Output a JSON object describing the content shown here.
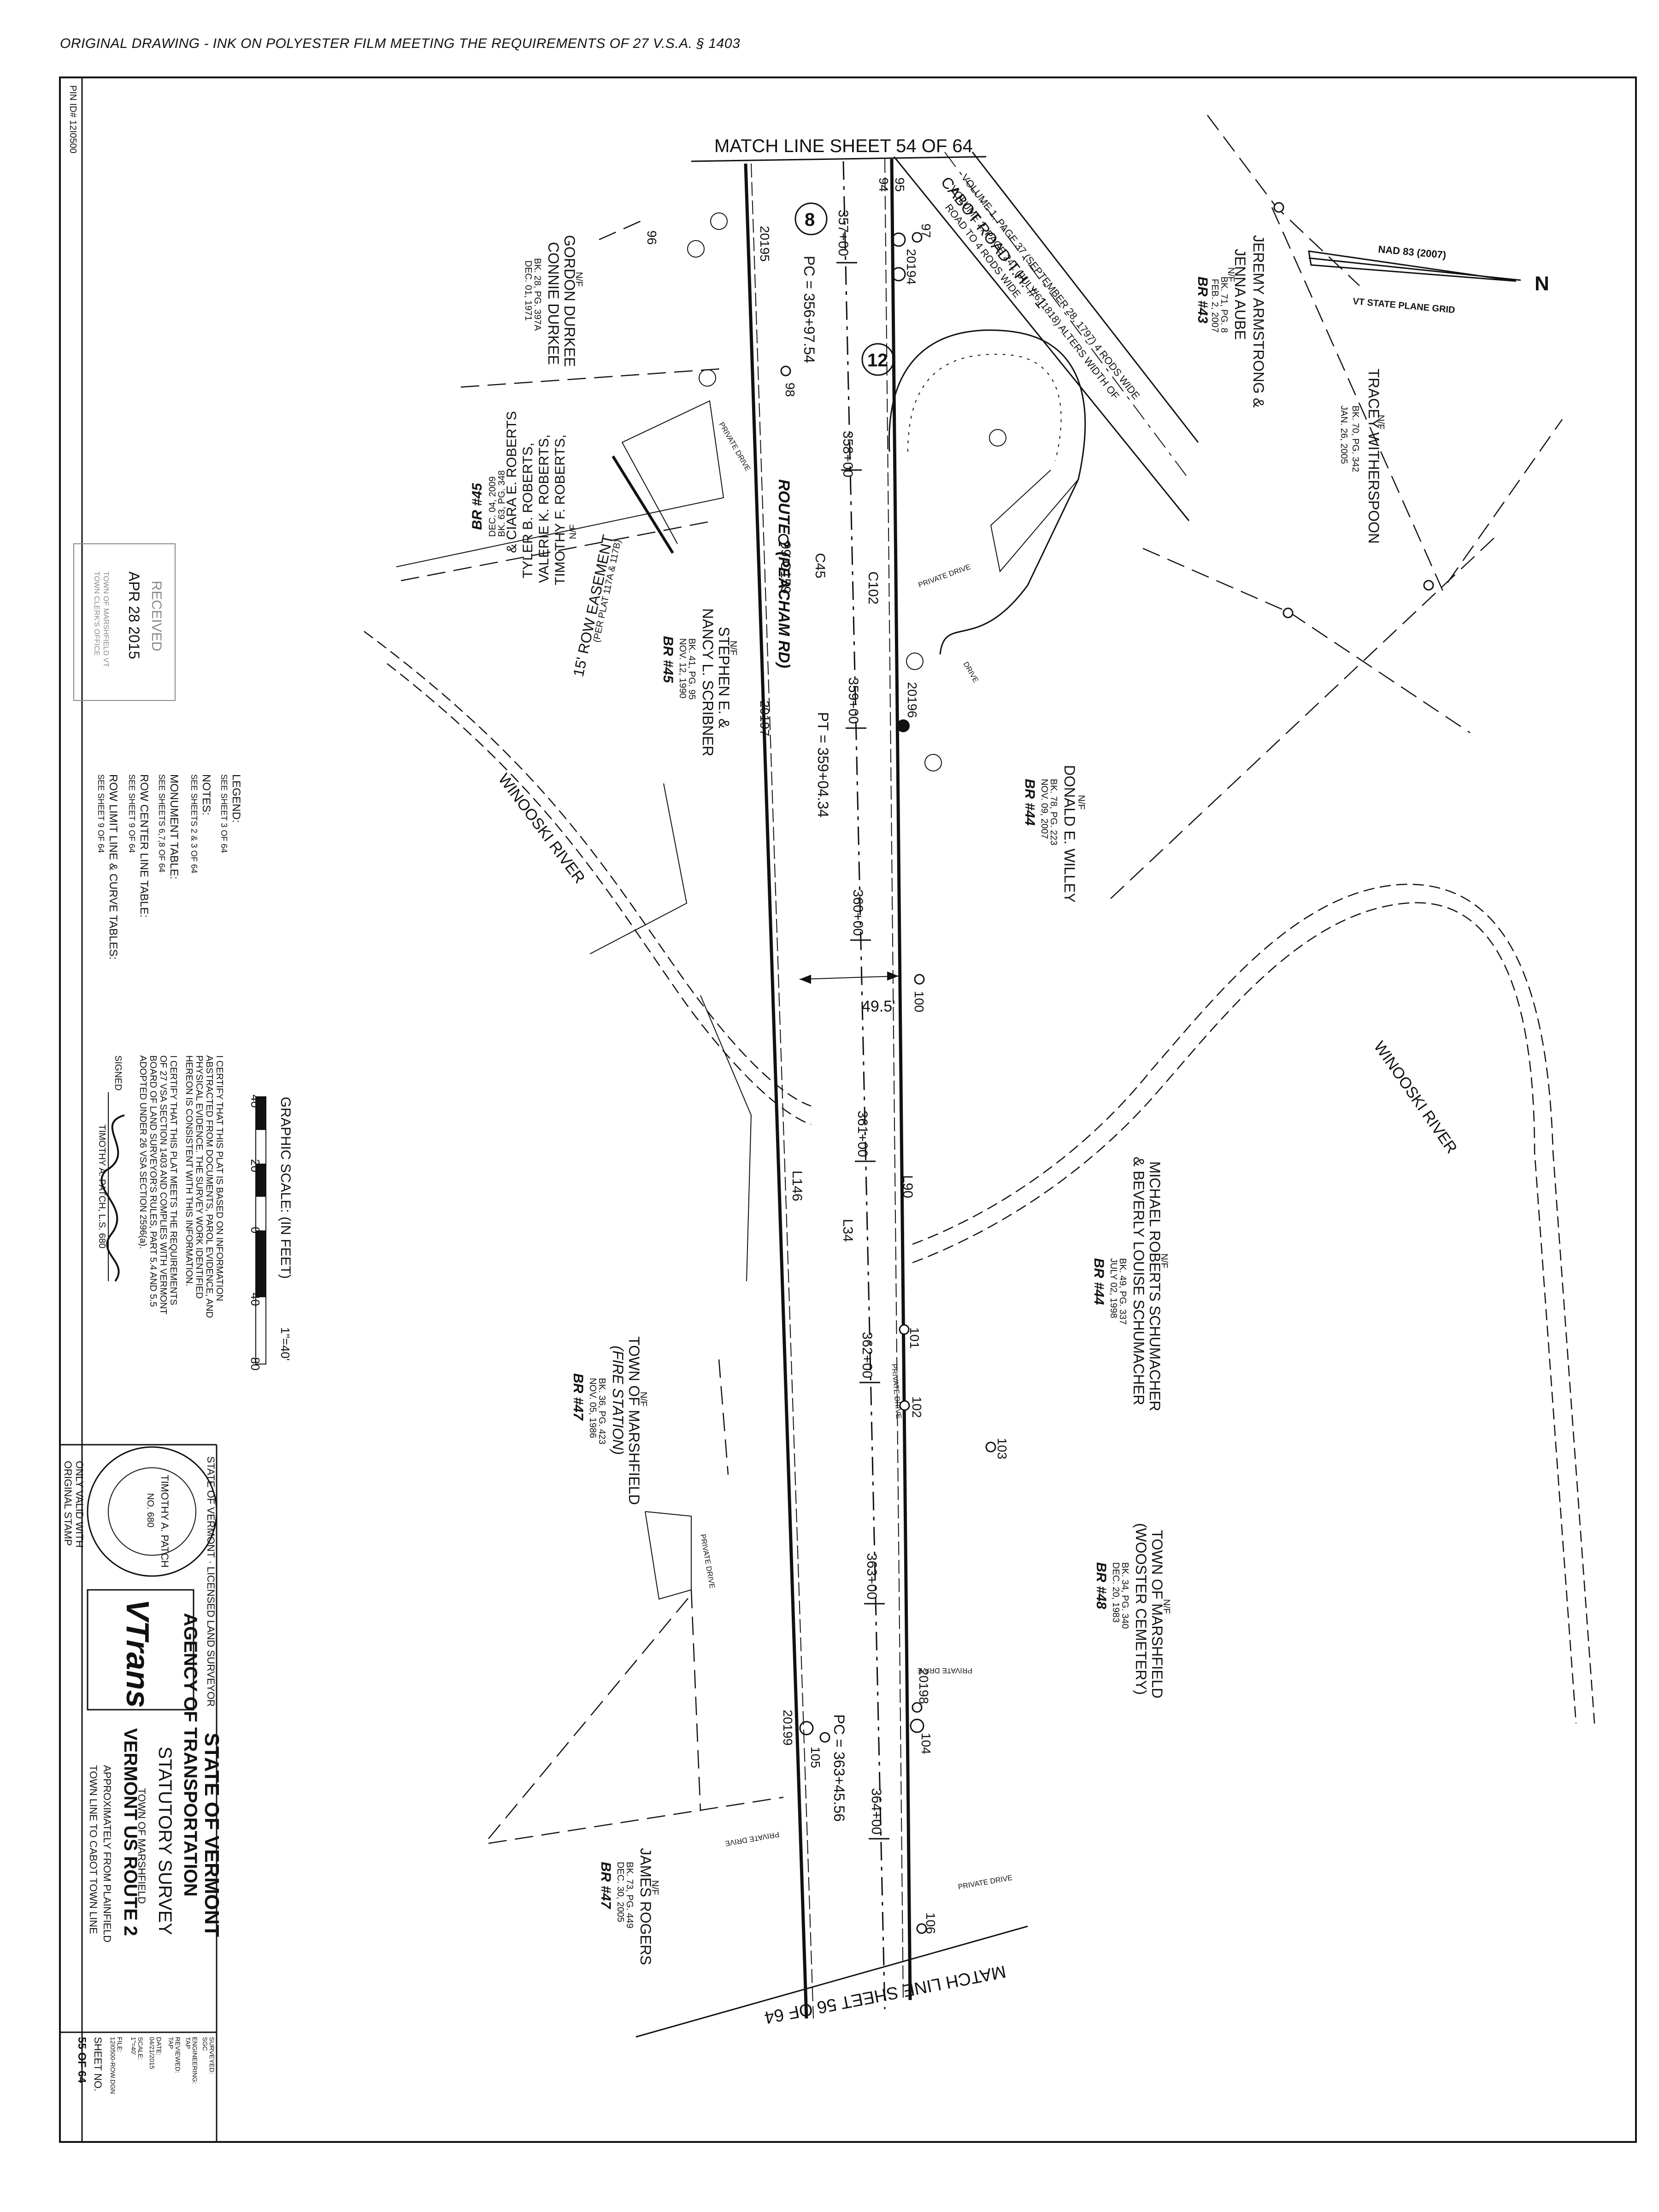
{
  "header_note": "ORIGINAL DRAWING - INK ON POLYESTER FILM MEETING THE REQUIREMENTS OF 27 V.S.A. § 1403",
  "pin_id": "PIN ID# 12I0500",
  "match_top": "MATCH LINE SHEET 54 OF 64",
  "match_bottom": "MATCH LINE SHEET 56 OF 64",
  "north": {
    "datum": "NAD 83 (2007)",
    "grid": "VT STATE PLANE GRID",
    "letter": "N"
  },
  "road": {
    "name": "ROUTE 2 (PEACHAM RD)",
    "pc1": "PC = 356+97.54",
    "pt1": "PT = 359+04.34",
    "pc2": "PC = 363+45.56",
    "stations": [
      "357+00",
      "358+00",
      "359+00",
      "360+00",
      "361+00",
      "362+00",
      "363+00",
      "364+00"
    ],
    "width": "49.5'",
    "curves": {
      "c45": "C45",
      "c102": "C102",
      "c159": "99 C159",
      "l34": "L34",
      "l90": "L90",
      "l146": "L146"
    },
    "route_marker": "12",
    "sheet_marker": "8"
  },
  "cabot_road": {
    "name": "CABOT ROAD T.H. # 1",
    "v1": "VOLUME 1, PAGE 37 (SEPTEMBER 28, 1797) 4 RODS WIDE",
    "v2": "VOLUME 2, PAGE 241 (JULY 6, 1818) ALTERS WIDTH OF",
    "v3": "ROAD TO 4 RODS WIDE"
  },
  "private_drive": "PRIVATE DRIVE",
  "drive_small": "DRIVE",
  "points": {
    "p94": "94",
    "p95": "95",
    "p96": "96",
    "p97": "97",
    "p98": "98",
    "p100": "100",
    "p101": "101",
    "p102": "102",
    "p103": "103",
    "p104": "104",
    "p105": "105",
    "p106": "106",
    "m20194": "20194",
    "m20195": "20195",
    "m20196": "20196",
    "m20197": "20197",
    "m20198": "20198",
    "m20199": "20199"
  },
  "parcels": {
    "armstrong": {
      "nf": "N/F",
      "l1": "JEREMY ARMSTRONG &",
      "l2": "JENNA AUBE",
      "bk": "BK. 71, PG. 8",
      "date": "FEB. 2, 2007",
      "br": "BR #43"
    },
    "witherspoon": {
      "nf": "N/F",
      "l1": "TRACEY WITHERSPOON",
      "bk": "BK. 70, PG. 342",
      "date": "JAN. 26, 2005"
    },
    "durkee": {
      "nf": "N/F",
      "l1": "GORDON DURKEE",
      "l2": "CONNIE DURKEE",
      "bk": "BK. 28, PG. 397A",
      "date": "DEC. 01, 1971"
    },
    "roberts": {
      "nf": "N/F",
      "l1": "TIMOTHY F. ROBERTS,",
      "l2": "VALERIE K. ROBERTS,",
      "l3": "TYLER B. ROBERTS,",
      "l4": "& CIARA E. ROBERTS",
      "bk": "BK. 63, PG. 348",
      "date": "DEC. 04, 2009",
      "br": "BR #45"
    },
    "easement": {
      "l1": "15' ROW EASEMENT",
      "l2": "(PER PLAT 117A & 117B)"
    },
    "scribner": {
      "nf": "N/F",
      "l1": "STEPHEN E. &",
      "l2": "NANCY L. SCRIBNER",
      "bk": "BK. 41, PG. 95",
      "date": "NOV. 12, 1990",
      "br": "BR #45"
    },
    "willey": {
      "nf": "N/F",
      "l1": "DONALD E. WILLEY",
      "bk": "BK. 78, PG. 223",
      "date": "NOV. 09, 2007",
      "br": "BR #44"
    },
    "schumacher": {
      "nf": "N/F",
      "l1": "MICHAEL ROBERTS SCHUMACHER",
      "l2": "& BEVERLY LOUISE SCHUMACHER",
      "bk": "BK. 49, PG. 337",
      "date": "JULY 02, 1998",
      "br": "BR #44"
    },
    "fire": {
      "nf": "N/F",
      "l1": "TOWN OF MARSHFIELD",
      "l2": "(FIRE STATION)",
      "bk": "BK. 36, PG. 423",
      "date": "NOV. 05, 1986",
      "br": "BR #47"
    },
    "cemetery": {
      "nf": "N/F",
      "l1": "TOWN OF MARSHFIELD",
      "l2": "(WOOSTER CEMETERY)",
      "bk": "BK. 34, PG. 340",
      "date": "DEC. 20, 1983",
      "br": "BR #48"
    },
    "rogers": {
      "nf": "N/F",
      "l1": "JAMES ROGERS",
      "bk": "BK. 73, PG. 449",
      "date": "DEC. 30, 2005",
      "br": "BR #47"
    }
  },
  "river": "WINOOSKI RIVER",
  "received": {
    "l1": "RECEIVED",
    "l2": "APR 28 2015",
    "l3": "TOWN OF MARSHFIELD VT",
    "l4": "TOWN CLERK'S OFFICE"
  },
  "legend": {
    "l1": "LEGEND:",
    "l2": "SEE SHEET 3 OF 64",
    "n1": "NOTES:",
    "n2": "SEE SHEETS 2 & 3 OF 64",
    "m1": "MONUMENT TABLE:",
    "m2": "SEE SHEETS 6,7,8 OF 64",
    "r1": "ROW CENTER LINE TABLE:",
    "r2": "SEE SHEET 9 OF 64",
    "c1": "ROW LIMIT LINE & CURVE TABLES:",
    "c2": "SEE SHEET 9 OF 64"
  },
  "scale": {
    "title": "GRAPHIC SCALE:",
    "units": "(IN FEET)",
    "ratio": "1\"=40'",
    "t40a": "40",
    "t20": "20",
    "t0": "0",
    "t40b": "40",
    "t80": "80"
  },
  "cert": {
    "a1": "I CERTIFY THAT THIS PLAT IS BASED ON INFORMATION",
    "a2": "ABSTRACTED FROM DOCUMENTS, PAROL EVIDENCE, AND",
    "a3": "PHYSICAL EVIDENCE. THE SURVEY WORK IDENTIFIED",
    "a4": "HEREON IS CONSISTENT WITH THIS INFORMATION.",
    "b1": "I CERTIFY THAT THIS PLAT MEETS THE REQUIREMENTS",
    "b2": "OF 27 VSA SECTION 1403 AND COMPLIES WITH VERMONT",
    "b3": "BOARD OF LAND SURVEYOR'S RULES, PART 5.4 AND 5.5",
    "b4": "ADOPTED UNDER 26 VSA SECTION 2596(a).",
    "signed": "SIGNED",
    "name": "TIMOTHY A. PATCH, L.S. 680"
  },
  "stamp": {
    "ring": "STATE OF VERMONT · LICENSED LAND SURVEYOR",
    "name": "TIMOTHY A. PATCH",
    "num": "NO. 680",
    "valid1": "ONLY VALID WITH",
    "valid2": "ORIGINAL STAMP"
  },
  "title_block": {
    "s1": "STATE OF VERMONT",
    "s2": "AGENCY OF TRANSPORTATION",
    "s3": "STATUTORY SURVEY",
    "s4": "TOWN OF MARSHFIELD",
    "s5": "VERMONT US ROUTE 2",
    "s6": "APPROXIMATELY FROM PLAINFIELD",
    "s7": "TOWN LINE TO CABOT TOWN LINE",
    "logo": "VTrans"
  },
  "info": {
    "surveyed": "SURVEYED:",
    "surveyed_v": "SGC",
    "engineer": "ENGINEERING:",
    "engineer_v": "TAP",
    "reviewed": "REVIEWED:",
    "reviewed_v": "TAP",
    "date": "DATE:",
    "date_v": "04/21/2015",
    "scale": "SCALE:",
    "scale_v": "1\"=40'",
    "file": "FILE:",
    "file_v": "12I0500-ROW.DGN",
    "sheet": "SHEET NO.",
    "sheet_v": "55 OF 64"
  }
}
